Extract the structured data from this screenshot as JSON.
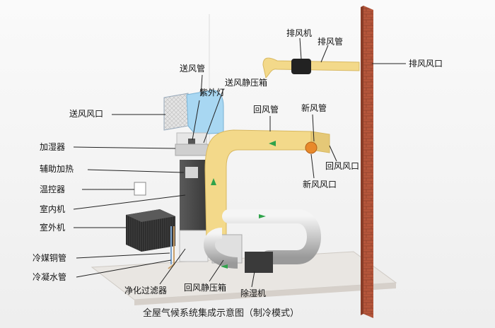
{
  "caption": "全屋气候系统集成示意图（制冷模式）",
  "labels": {
    "exhaust_fan": "排风机",
    "exhaust_duct": "排风管",
    "exhaust_outlet": "排风风口",
    "supply_duct": "送风管",
    "supply_plenum": "送风静压箱",
    "uv_lamp": "紫外灯",
    "supply_outlet": "送风风口",
    "return_duct": "回风管",
    "fresh_air_duct": "新风管",
    "humidifier": "加湿器",
    "aux_heater": "辅助加热",
    "thermostat": "温控器",
    "indoor_unit": "室内机",
    "outdoor_unit": "室外机",
    "refrigerant_pipe": "冷媒铜管",
    "condensate_pipe": "冷凝水管",
    "purifier_filter": "净化过滤器",
    "return_plenum": "回风静压箱",
    "dehumidifier": "除湿机",
    "return_outlet": "回风风口",
    "fresh_air_outlet": "新风风口"
  },
  "colors": {
    "duct_yellow": "#f3d98a",
    "brick": "#b7553a",
    "unit_dark": "#4a4a4a",
    "airflow_arrow": "#2fa34a",
    "fresh_air_orange": "#e8892b"
  }
}
